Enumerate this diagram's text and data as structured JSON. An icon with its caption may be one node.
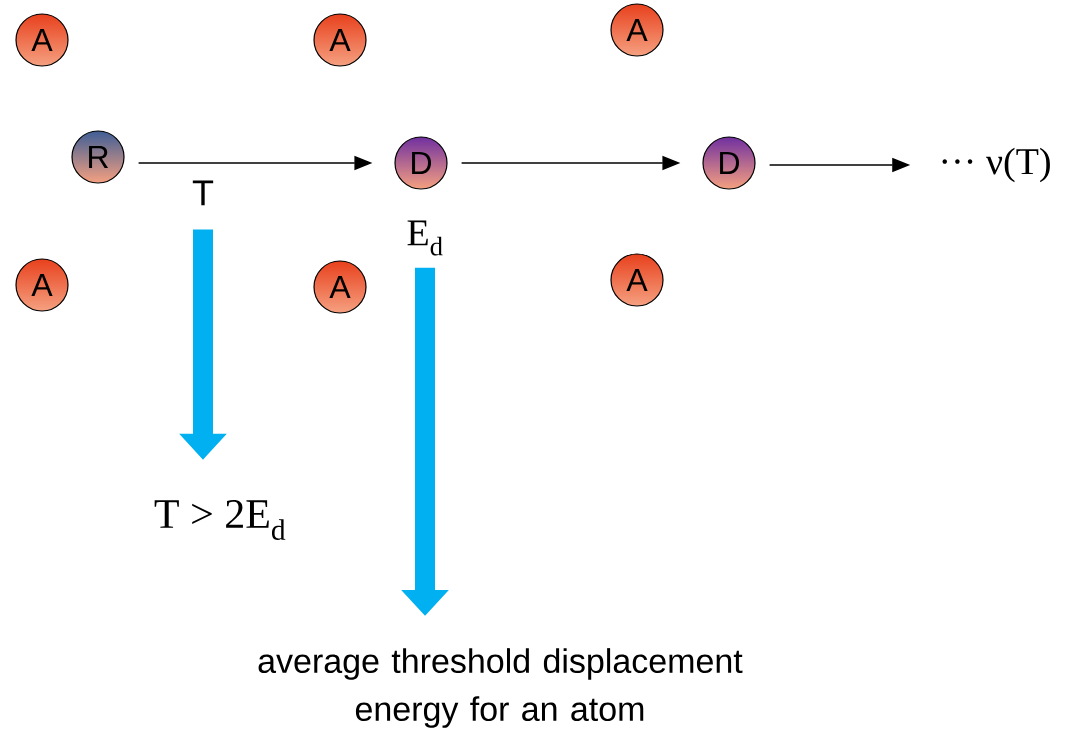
{
  "diagram": {
    "nodes": [
      {
        "text": [
          "A"
        ]
      },
      {
        "text": [
          "A"
        ]
      },
      {
        "text": [
          "A"
        ]
      },
      {
        "text": [
          "R"
        ]
      },
      {
        "text": [
          "D"
        ]
      },
      {
        "text": [
          "D"
        ]
      },
      {
        "text": [
          "··· ν(T)"
        ]
      },
      {
        "text": [
          "T"
        ]
      },
      {
        "text": [
          "E$_{d}$"
        ]
      },
      {
        "text": [
          "A"
        ]
      },
      {
        "text": [
          "A"
        ]
      },
      {
        "text": [
          "A"
        ]
      },
      {
        "text": [
          "T > 2E$_{d}$"
        ]
      },
      {
        "text": [
          "average threshold displacement energy for an atom"
        ]
      }
    ],
    "edges": [
      {
        "from": 3,
        "to": 4,
        "arrow": "to"
      },
      {
        "from": 4,
        "to": 5,
        "arrow": "to"
      },
      {
        "from": 5,
        "to": 6,
        "arrow": "to"
      },
      {
        "from": 7,
        "to": 12,
        "arrow": "to",
        "style": "thick",
        "color": "#00b0f0"
      },
      {
        "from": 8,
        "to": 13,
        "arrow": "to",
        "style": "thick",
        "color": "#00b0f0"
      }
    ]
  }
}
